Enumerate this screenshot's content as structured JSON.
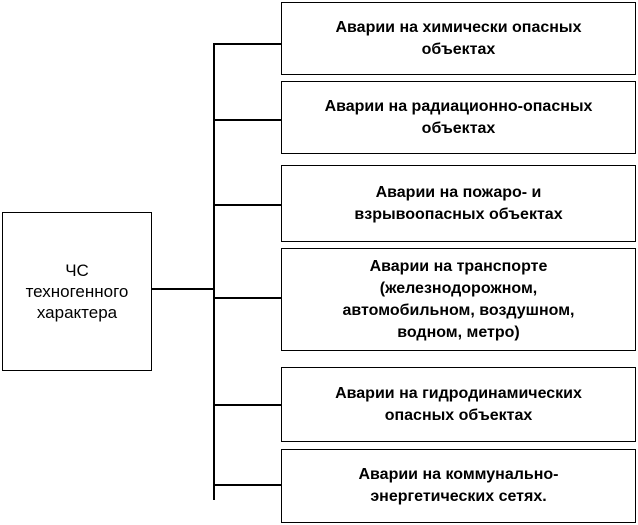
{
  "root": {
    "label": "ЧС\nтехногенного\nхарактера"
  },
  "branches": [
    {
      "label": "Аварии на химически опасных\nобъектах"
    },
    {
      "label": "Аварии на радиационно-опасных\nобъектах"
    },
    {
      "label": "Аварии на пожаро- и\nвзрывоопасных  объектах"
    },
    {
      "label": "Аварии на транспорте\n(железнодорожном,\nавтомобильном, воздушном,\nводном, метро)"
    },
    {
      "label": "Аварии на гидродинамических\nопасных объектах"
    },
    {
      "label": "Аварии на коммунально-\nэнергетических сетях."
    }
  ],
  "colors": {
    "line": "#000000",
    "box_border": "#000000",
    "background": "#ffffff"
  }
}
